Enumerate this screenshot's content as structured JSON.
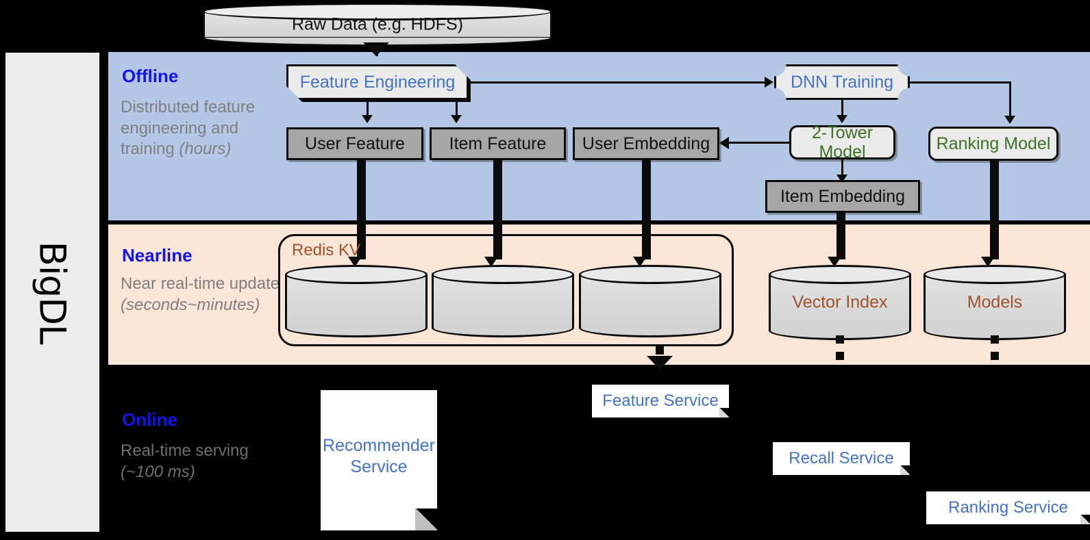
{
  "rail": {
    "label": "BigDL"
  },
  "source": {
    "raw_data": "Raw Data (e.g. HDFS)"
  },
  "bands": {
    "offline": {
      "title": "Offline",
      "description": "Distributed feature engineering and training ",
      "description_em": "(hours)",
      "color": "#b4c7e7"
    },
    "nearline": {
      "title": "Nearline",
      "description": "Near real-time update ",
      "description_em": "(seconds~minutes)",
      "color": "#fbe5d6"
    },
    "online": {
      "title": "Online",
      "description": "Real-time serving ",
      "description_em": "(~100 ms)",
      "color": "#000000"
    }
  },
  "offline": {
    "feature_engineering": "Feature Engineering",
    "dnn_training": "DNN Training",
    "user_feature": "User Feature",
    "item_feature": "Item Feature",
    "user_embedding": "User Embedding",
    "two_tower_model": "2-Tower Model",
    "ranking_model": "Ranking Model",
    "item_embedding": "Item Embedding"
  },
  "nearline": {
    "redis_kv": "Redis KV",
    "vector_index": "Vector Index",
    "models": "Models",
    "store_1": "",
    "store_2": "",
    "store_3": ""
  },
  "online": {
    "recommender_service": "Recommender Service",
    "feature_service": "Feature Service",
    "recall_service": "Recall Service",
    "ranking_service": "Ranking Service"
  },
  "colors": {
    "band_offline": "#b4c7e7",
    "band_nearline": "#fbe5d6",
    "band_online": "#000000",
    "title_blue": "#1313ee",
    "text_blue": "#4472c4",
    "text_green": "#3d7224",
    "text_brown": "#a0522d",
    "grey_box": "#a6a6a6",
    "light_box": "#ebebeb",
    "desc_grey": "#7f7f7f"
  }
}
